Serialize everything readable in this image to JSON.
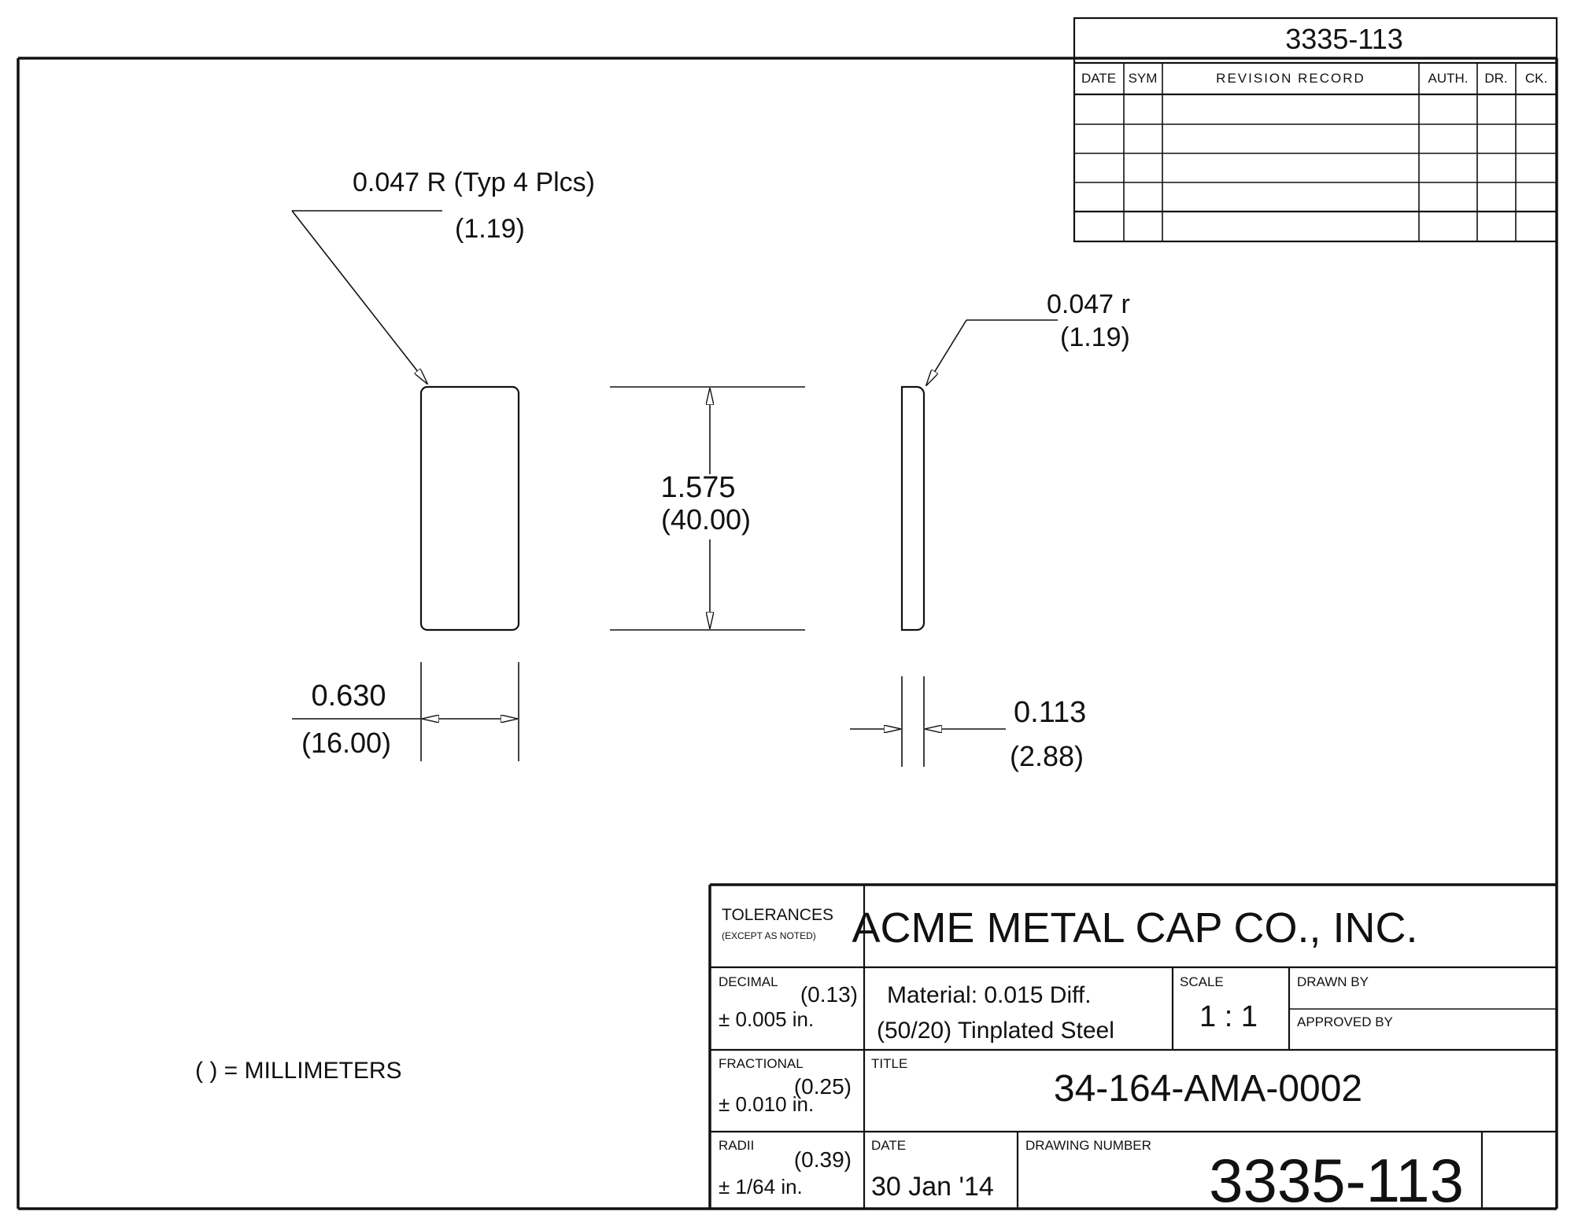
{
  "header": {
    "drawing_number": "3335-113",
    "revision_table": {
      "columns": [
        "DATE",
        "SYM",
        "REVISION RECORD",
        "AUTH.",
        "DR.",
        "CK."
      ],
      "rows": [
        [
          "",
          "",
          "",
          "",
          "",
          ""
        ],
        [
          "",
          "",
          "",
          "",
          "",
          ""
        ],
        [
          "",
          "",
          "",
          "",
          "",
          ""
        ],
        [
          "",
          "",
          "",
          "",
          "",
          ""
        ],
        [
          "",
          "",
          "",
          "",
          "",
          ""
        ]
      ]
    }
  },
  "dimensions": {
    "corner_radius": {
      "inch": "0.047 R (Typ 4 Plcs)",
      "mm": "(1.19)"
    },
    "edge_radius": {
      "inch": "0.047 r",
      "mm": "(1.19)"
    },
    "height": {
      "inch": "1.575",
      "mm": "(40.00)"
    },
    "width": {
      "inch": "0.630",
      "mm": "(16.00)"
    },
    "thickness": {
      "inch": "0.113",
      "mm": "(2.88)"
    }
  },
  "note": "( ) = MILLIMETERS",
  "title_block": {
    "tolerances_label": "TOLERANCES",
    "except_label": "(EXCEPT AS NOTED)",
    "company": "ACME METAL CAP CO., INC.",
    "decimal": {
      "label": "DECIMAL",
      "mm": "(0.13)",
      "inch": "± 0.005  in."
    },
    "material_line1": "Material: 0.015 Diff.",
    "material_line2": "(50/20) Tinplated Steel",
    "scale_label": "SCALE",
    "scale_value": "1 : 1",
    "drawn_by_label": "DRAWN BY",
    "approved_by_label": "APPROVED BY",
    "fractional": {
      "label": "FRACTIONAL",
      "mm": "(0.25)",
      "inch": "± 0.010  in."
    },
    "title_label": "TITLE",
    "title_value": "34-164-AMA-0002",
    "radii": {
      "label": "RADII",
      "mm": "(0.39)",
      "inch": "± 1/64  in."
    },
    "date_label": "DATE",
    "date_value": "30 Jan '14",
    "drawing_number_label": "DRAWING NUMBER",
    "drawing_number_value": "3335-113"
  }
}
